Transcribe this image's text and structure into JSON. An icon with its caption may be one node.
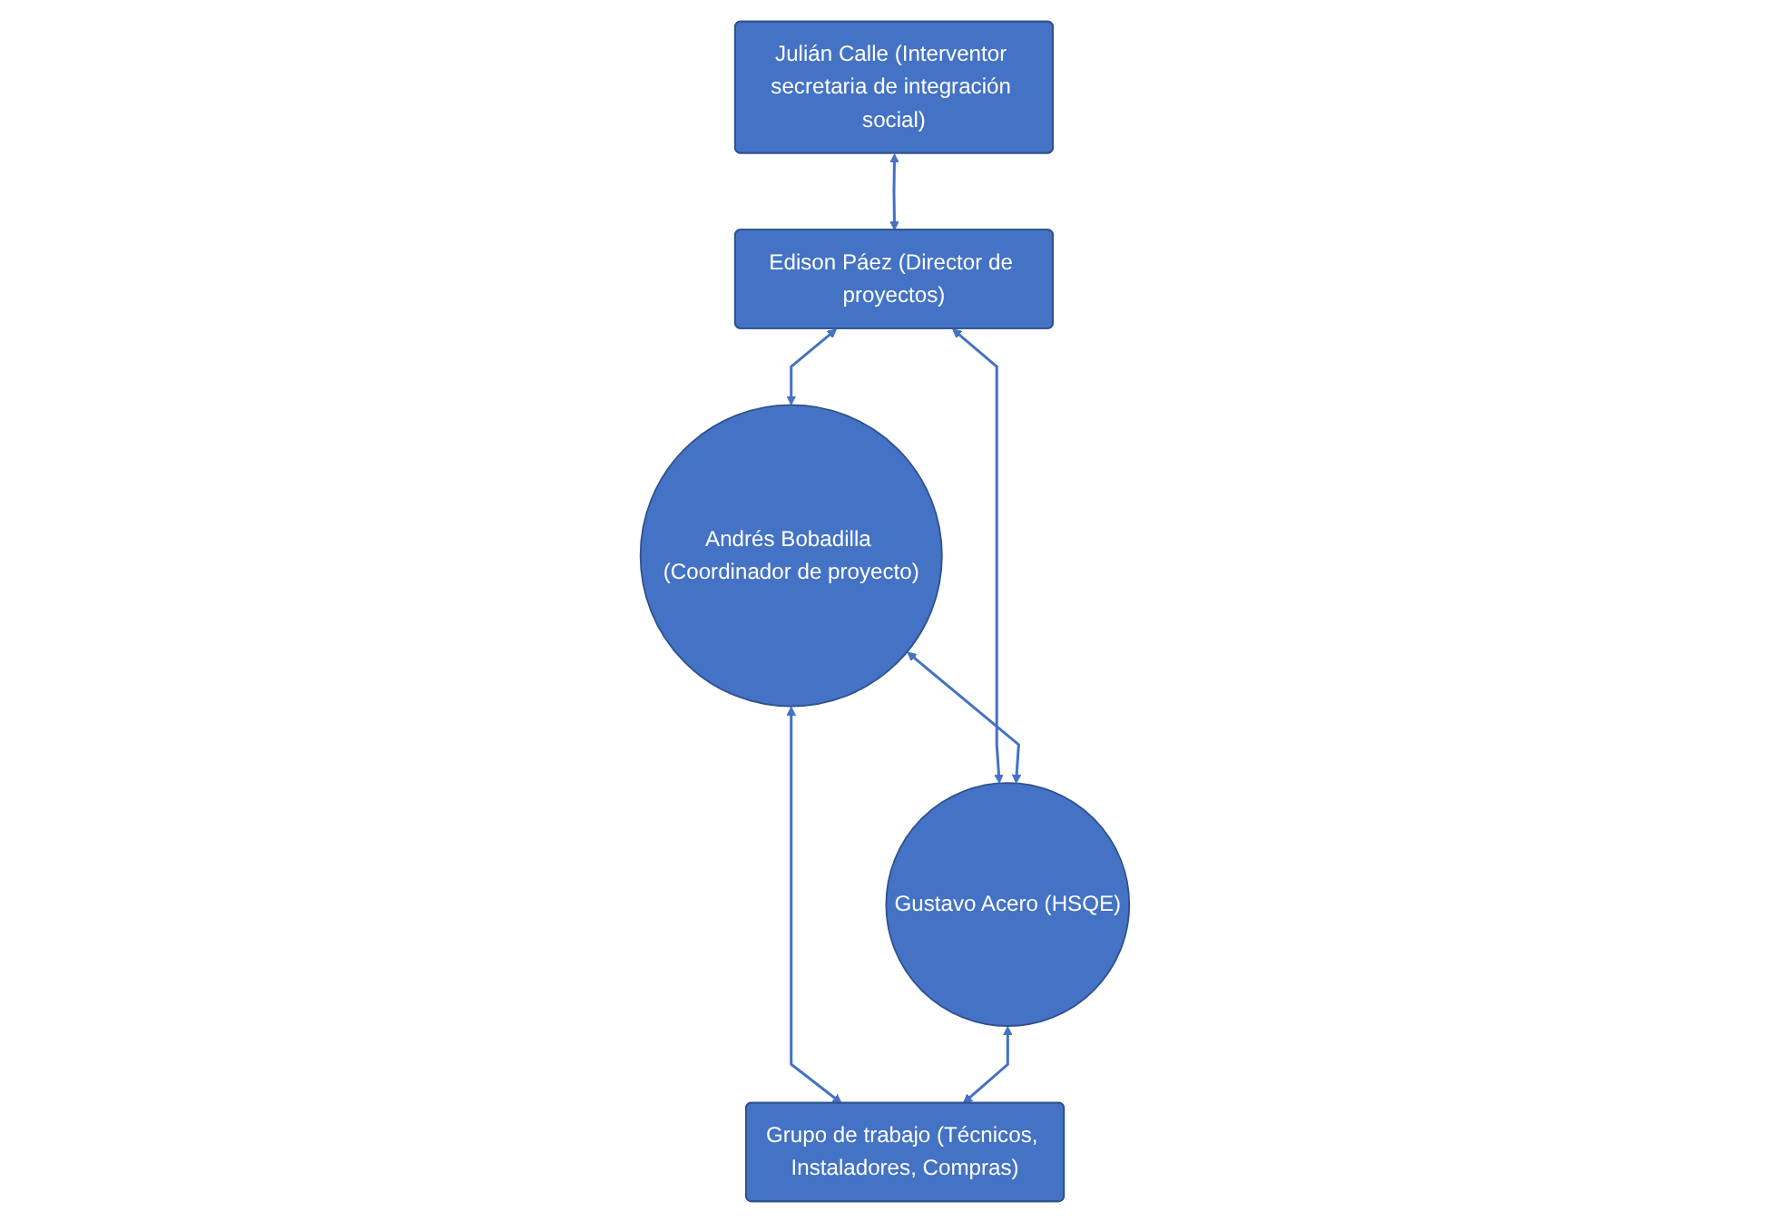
{
  "diagram": {
    "nodes": [
      {
        "text": [
          "Julián Calle (Interventor secretaria de integración social)"
        ]
      },
      {
        "text": [
          "Edison Páez (Director de proyectos)"
        ]
      },
      {
        "text": [
          "Andrés Bobadilla (Coordinador de proyecto)"
        ]
      },
      {
        "text": [
          "Gustavo Acero (HSQE)"
        ]
      },
      {
        "text": [
          "Grupo de trabajo (Técnicos, Instaladores, Compras)"
        ]
      }
    ],
    "edges": [
      {
        "from": 0,
        "to": 1,
        "arrow": "both"
      },
      {
        "from": 1,
        "to": 2,
        "arrow": "both"
      },
      {
        "from": 1,
        "to": 3,
        "arrow": "both"
      },
      {
        "from": 2,
        "to": 3,
        "arrow": "both"
      },
      {
        "from": 2,
        "to": 4,
        "arrow": "both"
      },
      {
        "from": 3,
        "to": 4,
        "arrow": "both"
      }
    ]
  }
}
